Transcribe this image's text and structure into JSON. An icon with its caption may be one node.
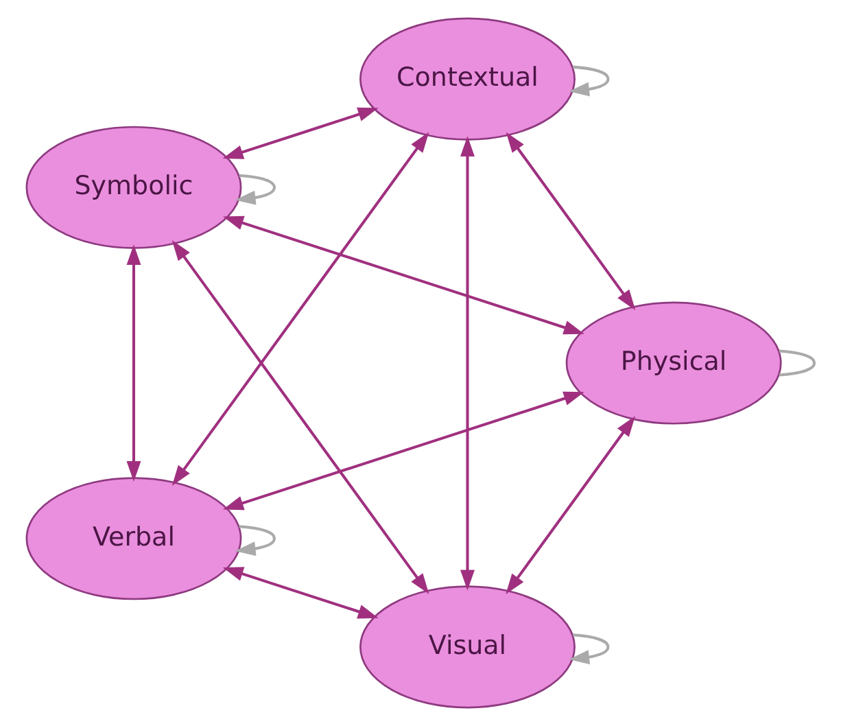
{
  "diagram": {
    "nodes": [
      {
        "text": [
          "Visual"
        ]
      },
      {
        "text": [
          "Physical"
        ]
      },
      {
        "text": [
          "Symbolic"
        ]
      },
      {
        "text": [
          "Contextual"
        ]
      },
      {
        "text": [
          "Verbal"
        ]
      }
    ],
    "edges": [
      {
        "from": 0,
        "to": 1,
        "arrow": "both"
      },
      {
        "from": 0,
        "to": 2,
        "arrow": "both"
      },
      {
        "from": 0,
        "to": 3,
        "arrow": "both"
      },
      {
        "from": 0,
        "to": 4,
        "arrow": "both"
      },
      {
        "from": 1,
        "to": 2,
        "arrow": "both"
      },
      {
        "from": 1,
        "to": 3,
        "arrow": "both"
      },
      {
        "from": 1,
        "to": 4,
        "arrow": "both"
      },
      {
        "from": 2,
        "to": 3,
        "arrow": "both"
      },
      {
        "from": 2,
        "to": 4,
        "arrow": "both"
      },
      {
        "from": 3,
        "to": 4,
        "arrow": "both"
      },
      {
        "from": 0,
        "to": 0,
        "arrow": "to",
        "color": "#aaaaaa"
      },
      {
        "from": 1,
        "to": 1,
        "arrow": "none",
        "color": "#aaaaaa"
      },
      {
        "from": 2,
        "to": 2,
        "arrow": "to",
        "color": "#aaaaaa"
      },
      {
        "from": 3,
        "to": 3,
        "arrow": "to",
        "color": "#aaaaaa"
      },
      {
        "from": 4,
        "to": 4,
        "arrow": "to",
        "color": "#aaaaaa"
      }
    ]
  }
}
